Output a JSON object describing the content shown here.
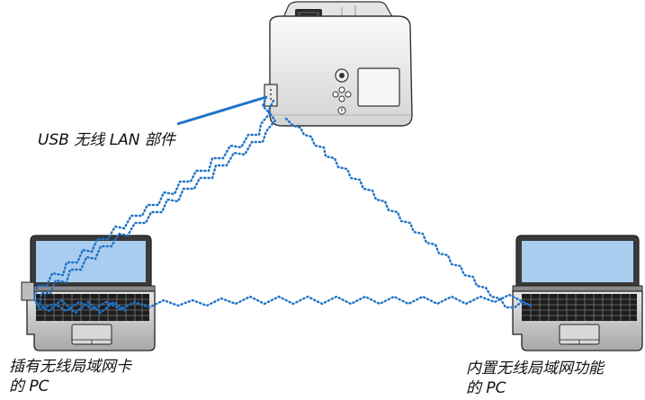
{
  "labels": {
    "usb_unit": "USB 无线 LAN 部件",
    "pc_left_line1": "插有无线局域网卡",
    "pc_left_line2": "的 PC",
    "pc_right_line1": "内置无线局域网功能",
    "pc_right_line2": "的 PC"
  },
  "colors": {
    "wireless_link": "#1e73c8",
    "callout_line": "#1e73c8",
    "screen": "#a9cdee",
    "outline": "#222222"
  },
  "icons": {
    "projector": "projector-icon",
    "laptop_left": "laptop-icon",
    "laptop_right": "laptop-icon"
  }
}
